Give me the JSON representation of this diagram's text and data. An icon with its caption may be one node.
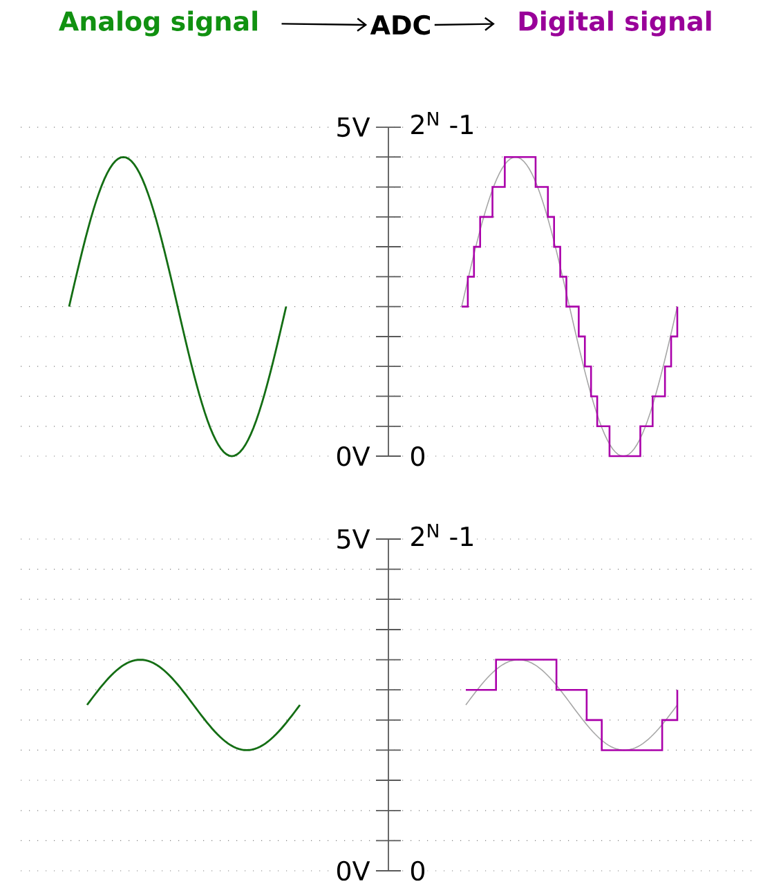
{
  "diagram": {
    "nodes": [
      {
        "text": [
          "Analog signal"
        ]
      },
      {
        "text": [
          "ADC"
        ]
      },
      {
        "text": [
          "Digital signal"
        ]
      }
    ],
    "edges": [
      {
        "from": 0,
        "to": 1,
        "arrow": "to"
      },
      {
        "from": 1,
        "to": 2,
        "arrow": "to"
      }
    ],
    "labels": [
      "5V",
      "2$^{N}$ -1",
      "0V",
      "0",
      "5V",
      "2$^{N}$ -1",
      "0V",
      "0"
    ]
  }
}
